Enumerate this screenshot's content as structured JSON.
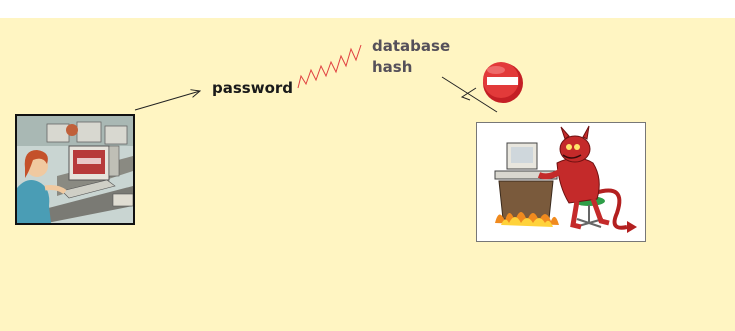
{
  "slide": {
    "title": "",
    "background": "#fff5c2"
  },
  "labels": {
    "password": "password",
    "database_hash_line1": "database",
    "database_hash_line2": "hash"
  },
  "images": {
    "user_icon": "person-at-computer-clipart",
    "attacker_icon": "devil-at-computer-clipart",
    "blocked_icon": "no-entry-sign-icon"
  },
  "colors": {
    "zigzag": "#e04040",
    "no_entry": "#d8232a",
    "arrow": "#222222"
  }
}
